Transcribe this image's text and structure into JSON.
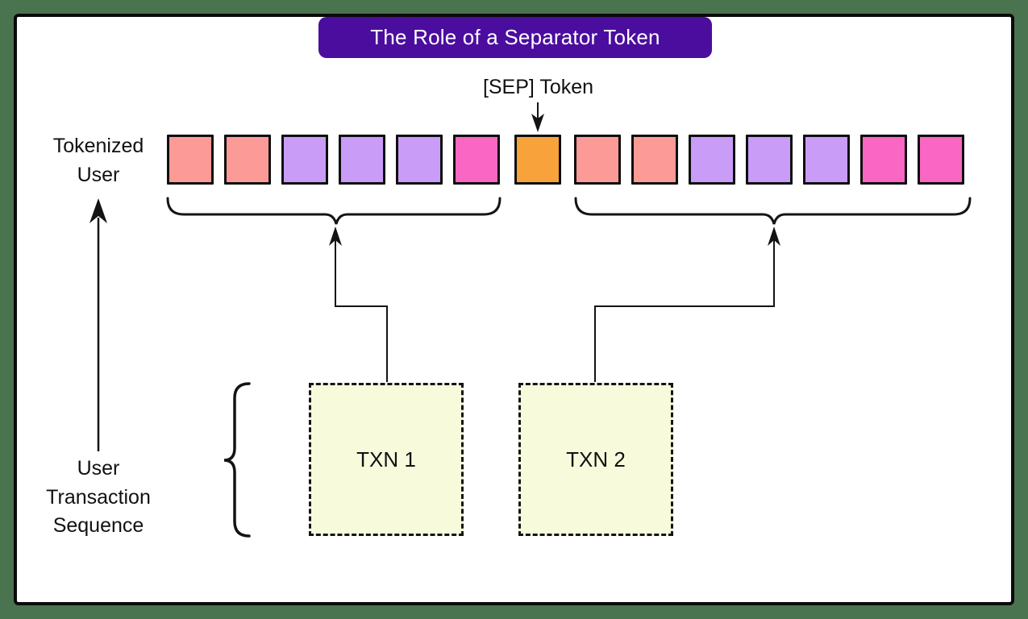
{
  "title": "The Role of a Separator Token",
  "sep_label": "[SEP] Token",
  "left_axis": {
    "top_label": "Tokenized User",
    "bottom_label": "User Transaction Sequence"
  },
  "tokens": {
    "sequence": [
      "salmon",
      "salmon",
      "purple",
      "purple",
      "purple",
      "magenta",
      "orange",
      "salmon",
      "salmon",
      "purple",
      "purple",
      "purple",
      "magenta",
      "magenta"
    ],
    "sep_index": 6,
    "left_group_count": 6,
    "right_group_count": 7
  },
  "transactions": [
    {
      "label": "TXN 1"
    },
    {
      "label": "TXN 2"
    }
  ],
  "colors": {
    "background": "#4A7350",
    "canvas": "#FFFFFF",
    "title_bg": "#4B0D9E",
    "title_text": "#FFFFFF",
    "txn_box_fill": "#F7FBDC",
    "outline": "#141414",
    "palette": {
      "salmon": "#FC9A97",
      "purple": "#C99CF8",
      "magenta": "#F966C3",
      "orange": "#F8A23C"
    }
  }
}
